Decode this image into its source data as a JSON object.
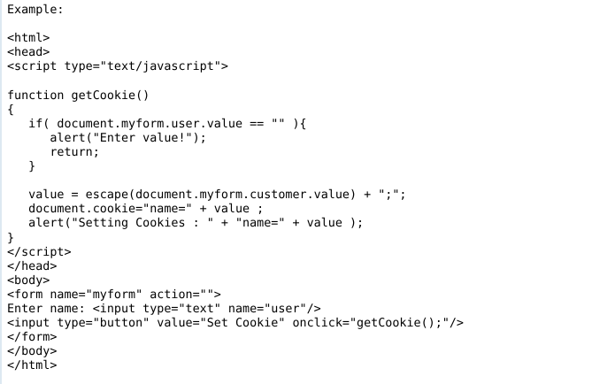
{
  "document": {
    "type": "code-listing",
    "language": "html",
    "heading": "Example:",
    "background_color": "#ffffff",
    "text_color": "#000000",
    "left_border_color": "#dde9f1",
    "font": "monospace",
    "line_count": 26
  },
  "code": {
    "lines": [
      "Example:",
      "",
      "<html>",
      "<head>",
      "<script type=\"text/javascript\">",
      "",
      "function getCookie()",
      "{",
      "   if( document.myform.user.value == \"\" ){",
      "      alert(\"Enter value!\");",
      "      return;",
      "   }",
      "",
      "   value = escape(document.myform.customer.value) + \";\";",
      "   document.cookie=\"name=\" + value ;",
      "   alert(\"Setting Cookies : \" + \"name=\" + value );",
      "}",
      "</script>",
      "</head>",
      "<body>",
      "<form name=\"myform\" action=\"\">",
      "Enter name: <input type=\"text\" name=\"user\"/>",
      "<input type=\"button\" value=\"Set Cookie\" onclick=\"getCookie();\"/>",
      "</form>",
      "</body>",
      "</html>"
    ]
  }
}
